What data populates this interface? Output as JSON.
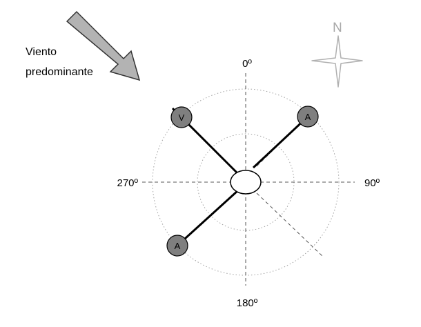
{
  "wind": {
    "line1": "Viento",
    "line2": "predominante"
  },
  "compass_rose": {
    "north_label": "N"
  },
  "angles": {
    "north": "0º",
    "east": "90º",
    "south": "180º",
    "west": "270º"
  },
  "nodes": {
    "top_left": "V",
    "top_right": "A",
    "bottom_left": "A"
  },
  "colors": {
    "node_fill": "#7f7f7f",
    "arrow_fill": "#b3b3b3",
    "compass_stroke": "#b0b0b0"
  }
}
